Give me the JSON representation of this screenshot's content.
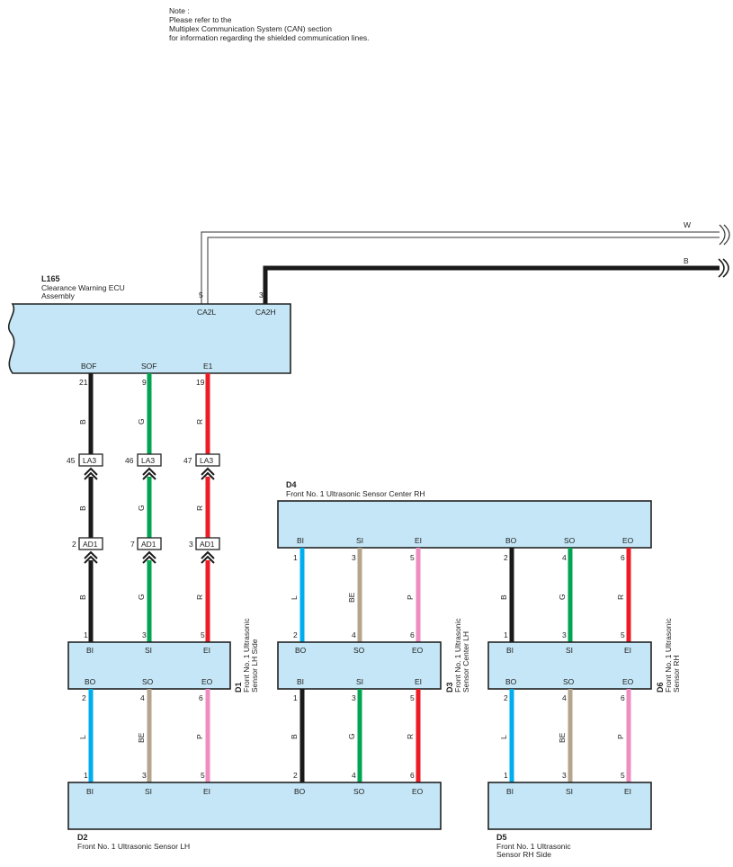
{
  "note": {
    "line1": "Note :",
    "line2": "Please refer to the",
    "line3": "Multiplex Communication System (CAN) section",
    "line4": "for information regarding the shielded communication lines."
  },
  "colors": {
    "B": "#1a1a1a",
    "G": "#00a551",
    "R": "#ed1c24",
    "L": "#00aeef",
    "BE": "#b5a48e",
    "P": "#f08dc0",
    "box": "#c5e6f6",
    "W": "#ffffff"
  },
  "components": {
    "L165": {
      "code": "L165",
      "name1": "Clearance Warning ECU",
      "name2": "Assembly",
      "pins_top": [
        {
          "num": "5",
          "name": "CA2L"
        },
        {
          "num": "3",
          "name": "CA2H"
        }
      ],
      "pins_bottom": [
        {
          "num": "21",
          "name": "BOF"
        },
        {
          "num": "9",
          "name": "SOF"
        },
        {
          "num": "19",
          "name": "E1"
        }
      ]
    },
    "D1": {
      "code": "D1",
      "name1": "Front No. 1 Ultrasonic",
      "name2": "Sensor LH Side",
      "top": [
        "BI",
        "SI",
        "EI"
      ],
      "bottom": [
        "BO",
        "SO",
        "EO"
      ]
    },
    "D2": {
      "code": "D2",
      "name1": "Front No. 1 Ultrasonic Sensor LH",
      "pins": [
        "BI",
        "SI",
        "EI",
        "BO",
        "SO",
        "EO"
      ]
    },
    "D3": {
      "code": "D3",
      "name1": "Front No. 1 Ultrasonic",
      "name2": "Sensor Center LH",
      "top": [
        "BO",
        "SO",
        "EO"
      ],
      "bottom": [
        "BI",
        "SI",
        "EI"
      ]
    },
    "D4": {
      "code": "D4",
      "name1": "Front No. 1 Ultrasonic Sensor Center RH",
      "pins": [
        "BI",
        "SI",
        "EI",
        "BO",
        "SO",
        "EO"
      ]
    },
    "D5": {
      "code": "D5",
      "name1": "Front No. 1 Ultrasonic",
      "name2": "Sensor RH Side",
      "pins": [
        "BI",
        "SI",
        "EI"
      ]
    },
    "D6": {
      "code": "D6",
      "name1": "Front No. 1 Ultrasonic",
      "name2": "Sensor RH",
      "top": [
        "BI",
        "SI",
        "EI"
      ],
      "bottom": [
        "BO",
        "SO",
        "EO"
      ]
    }
  },
  "connectors": {
    "LA3": {
      "label": "LA3",
      "pins": [
        "45",
        "46",
        "47"
      ]
    },
    "AD1": {
      "label": "AD1",
      "pins": [
        "2",
        "7",
        "3"
      ]
    }
  },
  "can_wires": {
    "W": "W",
    "B": "B"
  },
  "wire_codes": {
    "B": "B",
    "G": "G",
    "R": "R",
    "L": "L",
    "BE": "BE",
    "P": "P"
  },
  "pin_numbers": {
    "d1_top": [
      "1",
      "3",
      "5"
    ],
    "d1_bottom": [
      "2",
      "4",
      "6"
    ],
    "d2_left": [
      "1",
      "3",
      "5"
    ],
    "d2_right": [
      "2",
      "4",
      "6"
    ],
    "d3_top": [
      "2",
      "4",
      "6"
    ],
    "d3_bottom": [
      "1",
      "3",
      "5"
    ],
    "d4_left": [
      "1",
      "3",
      "5"
    ],
    "d4_right": [
      "2",
      "4",
      "6"
    ],
    "d6_top": [
      "1",
      "3",
      "5"
    ],
    "d6_bottom": [
      "2",
      "4",
      "6"
    ],
    "d5_top": [
      "1",
      "3",
      "5"
    ]
  }
}
